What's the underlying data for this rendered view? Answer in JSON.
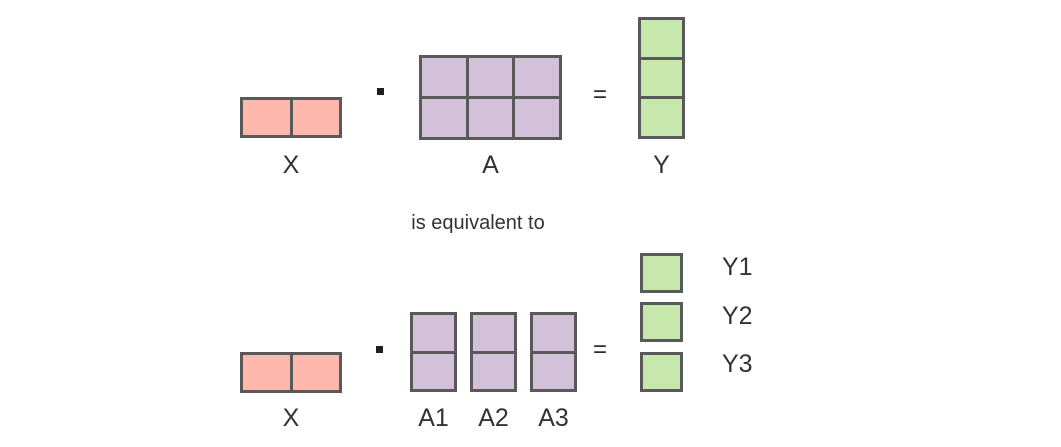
{
  "colors": {
    "background": "#ffffff",
    "border": "#595959",
    "pink": "#ffb8ae",
    "purple": "#d2c1d9",
    "green": "#c6e8ac",
    "text": "#333333",
    "dot": "#1f1f1f"
  },
  "icons": {
    "multiply_dot": "small-black-square"
  },
  "equation_top": {
    "x_label": "X",
    "a_label": "A",
    "y_label": "Y",
    "equals": "=",
    "x_matrix": {
      "rows": 1,
      "cols": 2,
      "fill": "pink"
    },
    "a_matrix": {
      "rows": 2,
      "cols": 3,
      "fill": "purple"
    },
    "y_matrix": {
      "rows": 3,
      "cols": 1,
      "fill": "green"
    }
  },
  "equivalence_text": "is equivalent to",
  "equation_bottom": {
    "x_label": "X",
    "equals": "=",
    "a_labels": [
      "A1",
      "A2",
      "A3"
    ],
    "y_labels": [
      "Y1",
      "Y2",
      "Y3"
    ],
    "x_matrix": {
      "rows": 1,
      "cols": 2,
      "fill": "pink"
    },
    "a_column_matrices": {
      "rows": 2,
      "cols": 1,
      "fill": "purple",
      "count": 3
    },
    "y_cells": {
      "rows": 1,
      "cols": 1,
      "fill": "green",
      "count": 3
    }
  }
}
